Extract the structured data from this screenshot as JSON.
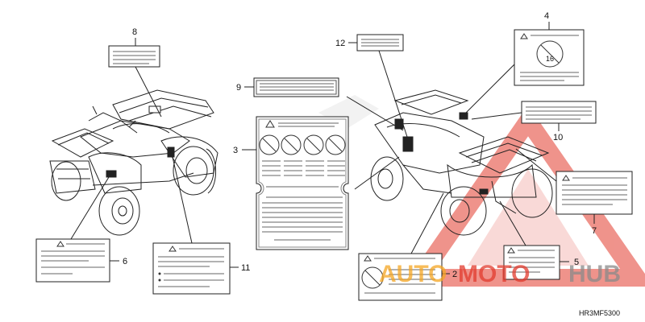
{
  "diagram": {
    "code": "HR3MF5300",
    "callouts": [
      "2",
      "3",
      "5",
      "6",
      "7",
      "8",
      "9",
      "10",
      "11",
      "12",
      "4"
    ],
    "colors": {
      "line": "#222222",
      "watermark_red": "#e23b2e",
      "watermark_orange": "#f5a623",
      "watermark_gray": "#8a8a8a"
    }
  },
  "watermark": {
    "part1": "AUTO",
    "part2": "MOTO",
    "part3": "HUB"
  }
}
